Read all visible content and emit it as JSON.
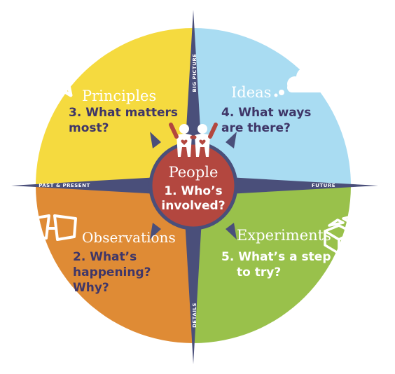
{
  "colors": {
    "principles": "#f5da3f",
    "ideas": "#a9dcf2",
    "observations": "#df8b35",
    "experiments": "#99c14b",
    "people": "#b3473f",
    "compass": "#4a4f7a",
    "question_dark": "#3f3668",
    "question_white": "#ffffff"
  },
  "axes": {
    "top": "BIG PICTURE",
    "bottom": "DETAILS",
    "left": "PAST & PRESENT",
    "right": "FUTURE"
  },
  "quadrants": {
    "principles": {
      "title": "Principles",
      "question_line1": "3. What matters",
      "question_line2": "most?",
      "icon": "star-icon"
    },
    "ideas": {
      "title": "Ideas",
      "question_line1": "4. What ways",
      "question_line2": "are there?",
      "icon": "cloud-icon"
    },
    "observations": {
      "title": "Observations",
      "question_line1": "2. What’s",
      "question_line2": "happening?",
      "question_line3": "Why?",
      "icon": "frame-icon"
    },
    "experiments": {
      "title": "Experiments",
      "question_line1": "5. What’s a step",
      "question_line2": "to try?",
      "icon": "open-box-icon"
    }
  },
  "center": {
    "title": "People",
    "question_line1": "1. Who’s",
    "question_line2": "involved?",
    "icon": "people-icon"
  }
}
